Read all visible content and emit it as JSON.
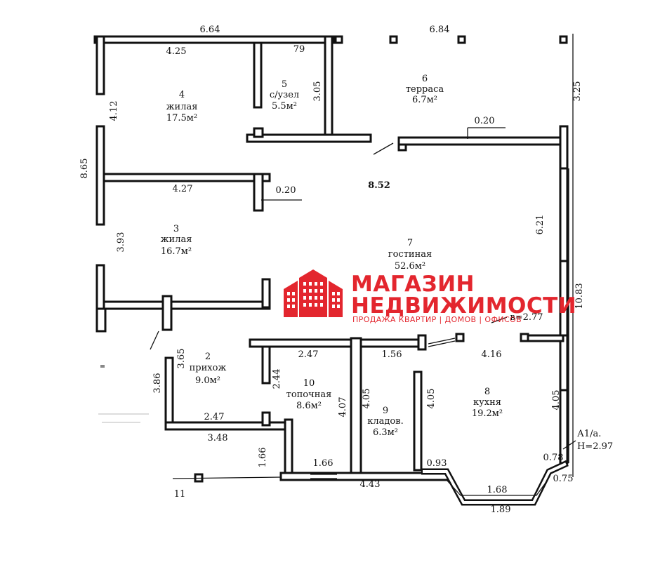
{
  "rooms": [
    {
      "number": "4",
      "name": "жилая",
      "area": "17.5м²"
    },
    {
      "number": "5",
      "name": "с/узел",
      "area": "5.5м²"
    },
    {
      "number": "6",
      "name": "терраса",
      "area": "6.7м²"
    },
    {
      "number": "3",
      "name": "жилая",
      "area": "16.7м²"
    },
    {
      "number": "7",
      "name": "гостиная",
      "area": "52.6м²"
    },
    {
      "number": "2",
      "name": "прихож",
      "area": "9.0м²"
    },
    {
      "number": "10",
      "name": "топочная",
      "area": "8.6м²"
    },
    {
      "number": "9",
      "name": "кладов.",
      "area": "6.3м²"
    },
    {
      "number": "8",
      "name": "кухня",
      "area": "19.2м²"
    }
  ],
  "dimensions": {
    "top_left": "6.64",
    "top_right": "6.84",
    "room4_width": "4.25",
    "door_79": "79",
    "bath_height": "3.05",
    "terrace_height": "3.25",
    "room4_height": "4.12",
    "left_total": "8.65",
    "wall_020_a": "0.20",
    "room3_width": "4.27",
    "wall_020_b": "0.20",
    "living_width": "8.52",
    "right_621": "6.21",
    "room3_height": "3.93",
    "right_total": "10.83",
    "b_277": "в=2.77",
    "hall_width": "2.47",
    "pantry_top": "1.56",
    "kitchen_width": "4.16",
    "hall_height": "3.65",
    "left_386": "3.86",
    "boiler_height": "2.44",
    "pantry_h1": "4.07",
    "pantry_h2": "4.05",
    "kitchen_h1": "4.05",
    "kitchen_h2": "4.05",
    "hall_bottom": "2.47",
    "hall_348": "3.48",
    "bottom_166": "1.66",
    "boiler_166": "1.66",
    "bottom_443": "4.43",
    "bay_093": "0.93",
    "bay_078": "0.78",
    "bay_075": "0.75",
    "bay_168": "1.68",
    "bay_189": "1.89",
    "ceiling_label": "А1/а.",
    "ceiling_height": "Н=2.97",
    "corner_11": "11"
  },
  "logo": {
    "line1": "МАГАЗИН",
    "line2": "НЕДВИЖИМОСТИ",
    "tagline": "ПРОДАЖА КВАРТИР | ДОМОВ | ОФИСОВ",
    "color": "#e3262e"
  }
}
